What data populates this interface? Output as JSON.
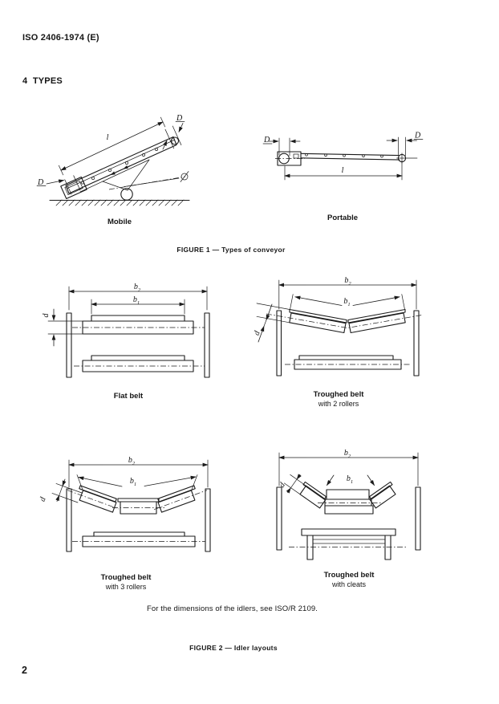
{
  "page": {
    "header": "ISO 2406-1974 (E)",
    "section": "4  TYPES",
    "note": "For the dimensions of the idlers, see ISO/R 2109.",
    "page_number": "2"
  },
  "dims": {
    "l": "l",
    "D": "D",
    "b": "b",
    "sub1": "1",
    "sub2": "2",
    "d": "d"
  },
  "figure1": {
    "caption": "FIGURE 1 — Types of conveyor",
    "panels": [
      {
        "label": "Mobile"
      },
      {
        "label": "Portable"
      }
    ]
  },
  "figure2": {
    "caption": "FIGURE 2 — Idler layouts",
    "panels": [
      {
        "label1": "Flat belt",
        "label2": ""
      },
      {
        "label1": "Troughed belt",
        "label2": "with 2 rollers"
      },
      {
        "label1": "Troughed belt",
        "label2": "with 3 rollers"
      },
      {
        "label1": "Troughed belt",
        "label2": "with cleats"
      }
    ]
  }
}
